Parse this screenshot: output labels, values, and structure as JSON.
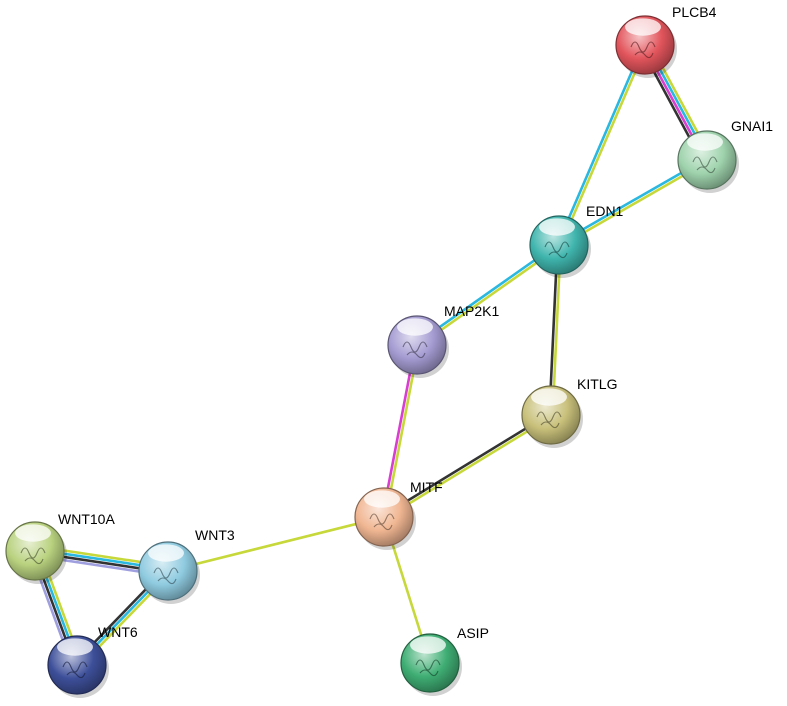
{
  "network": {
    "nodes": [
      {
        "id": "PLCB4",
        "label": "PLCB4",
        "color": "#e2555c"
      },
      {
        "id": "GNAI1",
        "label": "GNAI1",
        "color": "#9fd3ad"
      },
      {
        "id": "EDN1",
        "label": "EDN1",
        "color": "#3fb5ad"
      },
      {
        "id": "MAP2K1",
        "label": "MAP2K1",
        "color": "#a49bd1"
      },
      {
        "id": "KITLG",
        "label": "KITLG",
        "color": "#c8c07a"
      },
      {
        "id": "MITF",
        "label": "MITF",
        "color": "#f0b692"
      },
      {
        "id": "WNT10A",
        "label": "WNT10A",
        "color": "#b9d27f"
      },
      {
        "id": "WNT3",
        "label": "WNT3",
        "color": "#8fcbe0"
      },
      {
        "id": "WNT6",
        "label": "WNT6",
        "color": "#3d4f99"
      },
      {
        "id": "ASIP",
        "label": "ASIP",
        "color": "#3fae74"
      }
    ],
    "edges": [
      {
        "source": "PLCB4",
        "target": "GNAI1",
        "evidence": [
          "#c6d83a",
          "#2ab7e0",
          "#d83fd1",
          "#333333"
        ]
      },
      {
        "source": "PLCB4",
        "target": "EDN1",
        "evidence": [
          "#c6d83a",
          "#2ab7e0"
        ]
      },
      {
        "source": "GNAI1",
        "target": "EDN1",
        "evidence": [
          "#c6d83a",
          "#2ab7e0"
        ]
      },
      {
        "source": "EDN1",
        "target": "MAP2K1",
        "evidence": [
          "#c6d83a",
          "#2ab7e0"
        ]
      },
      {
        "source": "EDN1",
        "target": "KITLG",
        "evidence": [
          "#c6d83a",
          "#333333"
        ]
      },
      {
        "source": "MAP2K1",
        "target": "MITF",
        "evidence": [
          "#c6d83a",
          "#d83fd1"
        ]
      },
      {
        "source": "KITLG",
        "target": "MITF",
        "evidence": [
          "#c6d83a",
          "#333333"
        ]
      },
      {
        "source": "MITF",
        "target": "WNT3",
        "evidence": [
          "#c6d83a"
        ]
      },
      {
        "source": "MITF",
        "target": "ASIP",
        "evidence": [
          "#c6d83a"
        ]
      },
      {
        "source": "WNT10A",
        "target": "WNT3",
        "evidence": [
          "#c6d83a",
          "#2ab7e0",
          "#333333",
          "#9f9fe0"
        ]
      },
      {
        "source": "WNT10A",
        "target": "WNT6",
        "evidence": [
          "#c6d83a",
          "#2ab7e0",
          "#333333",
          "#9f9fe0"
        ]
      },
      {
        "source": "WNT3",
        "target": "WNT6",
        "evidence": [
          "#c6d83a",
          "#2ab7e0",
          "#333333"
        ]
      }
    ]
  }
}
